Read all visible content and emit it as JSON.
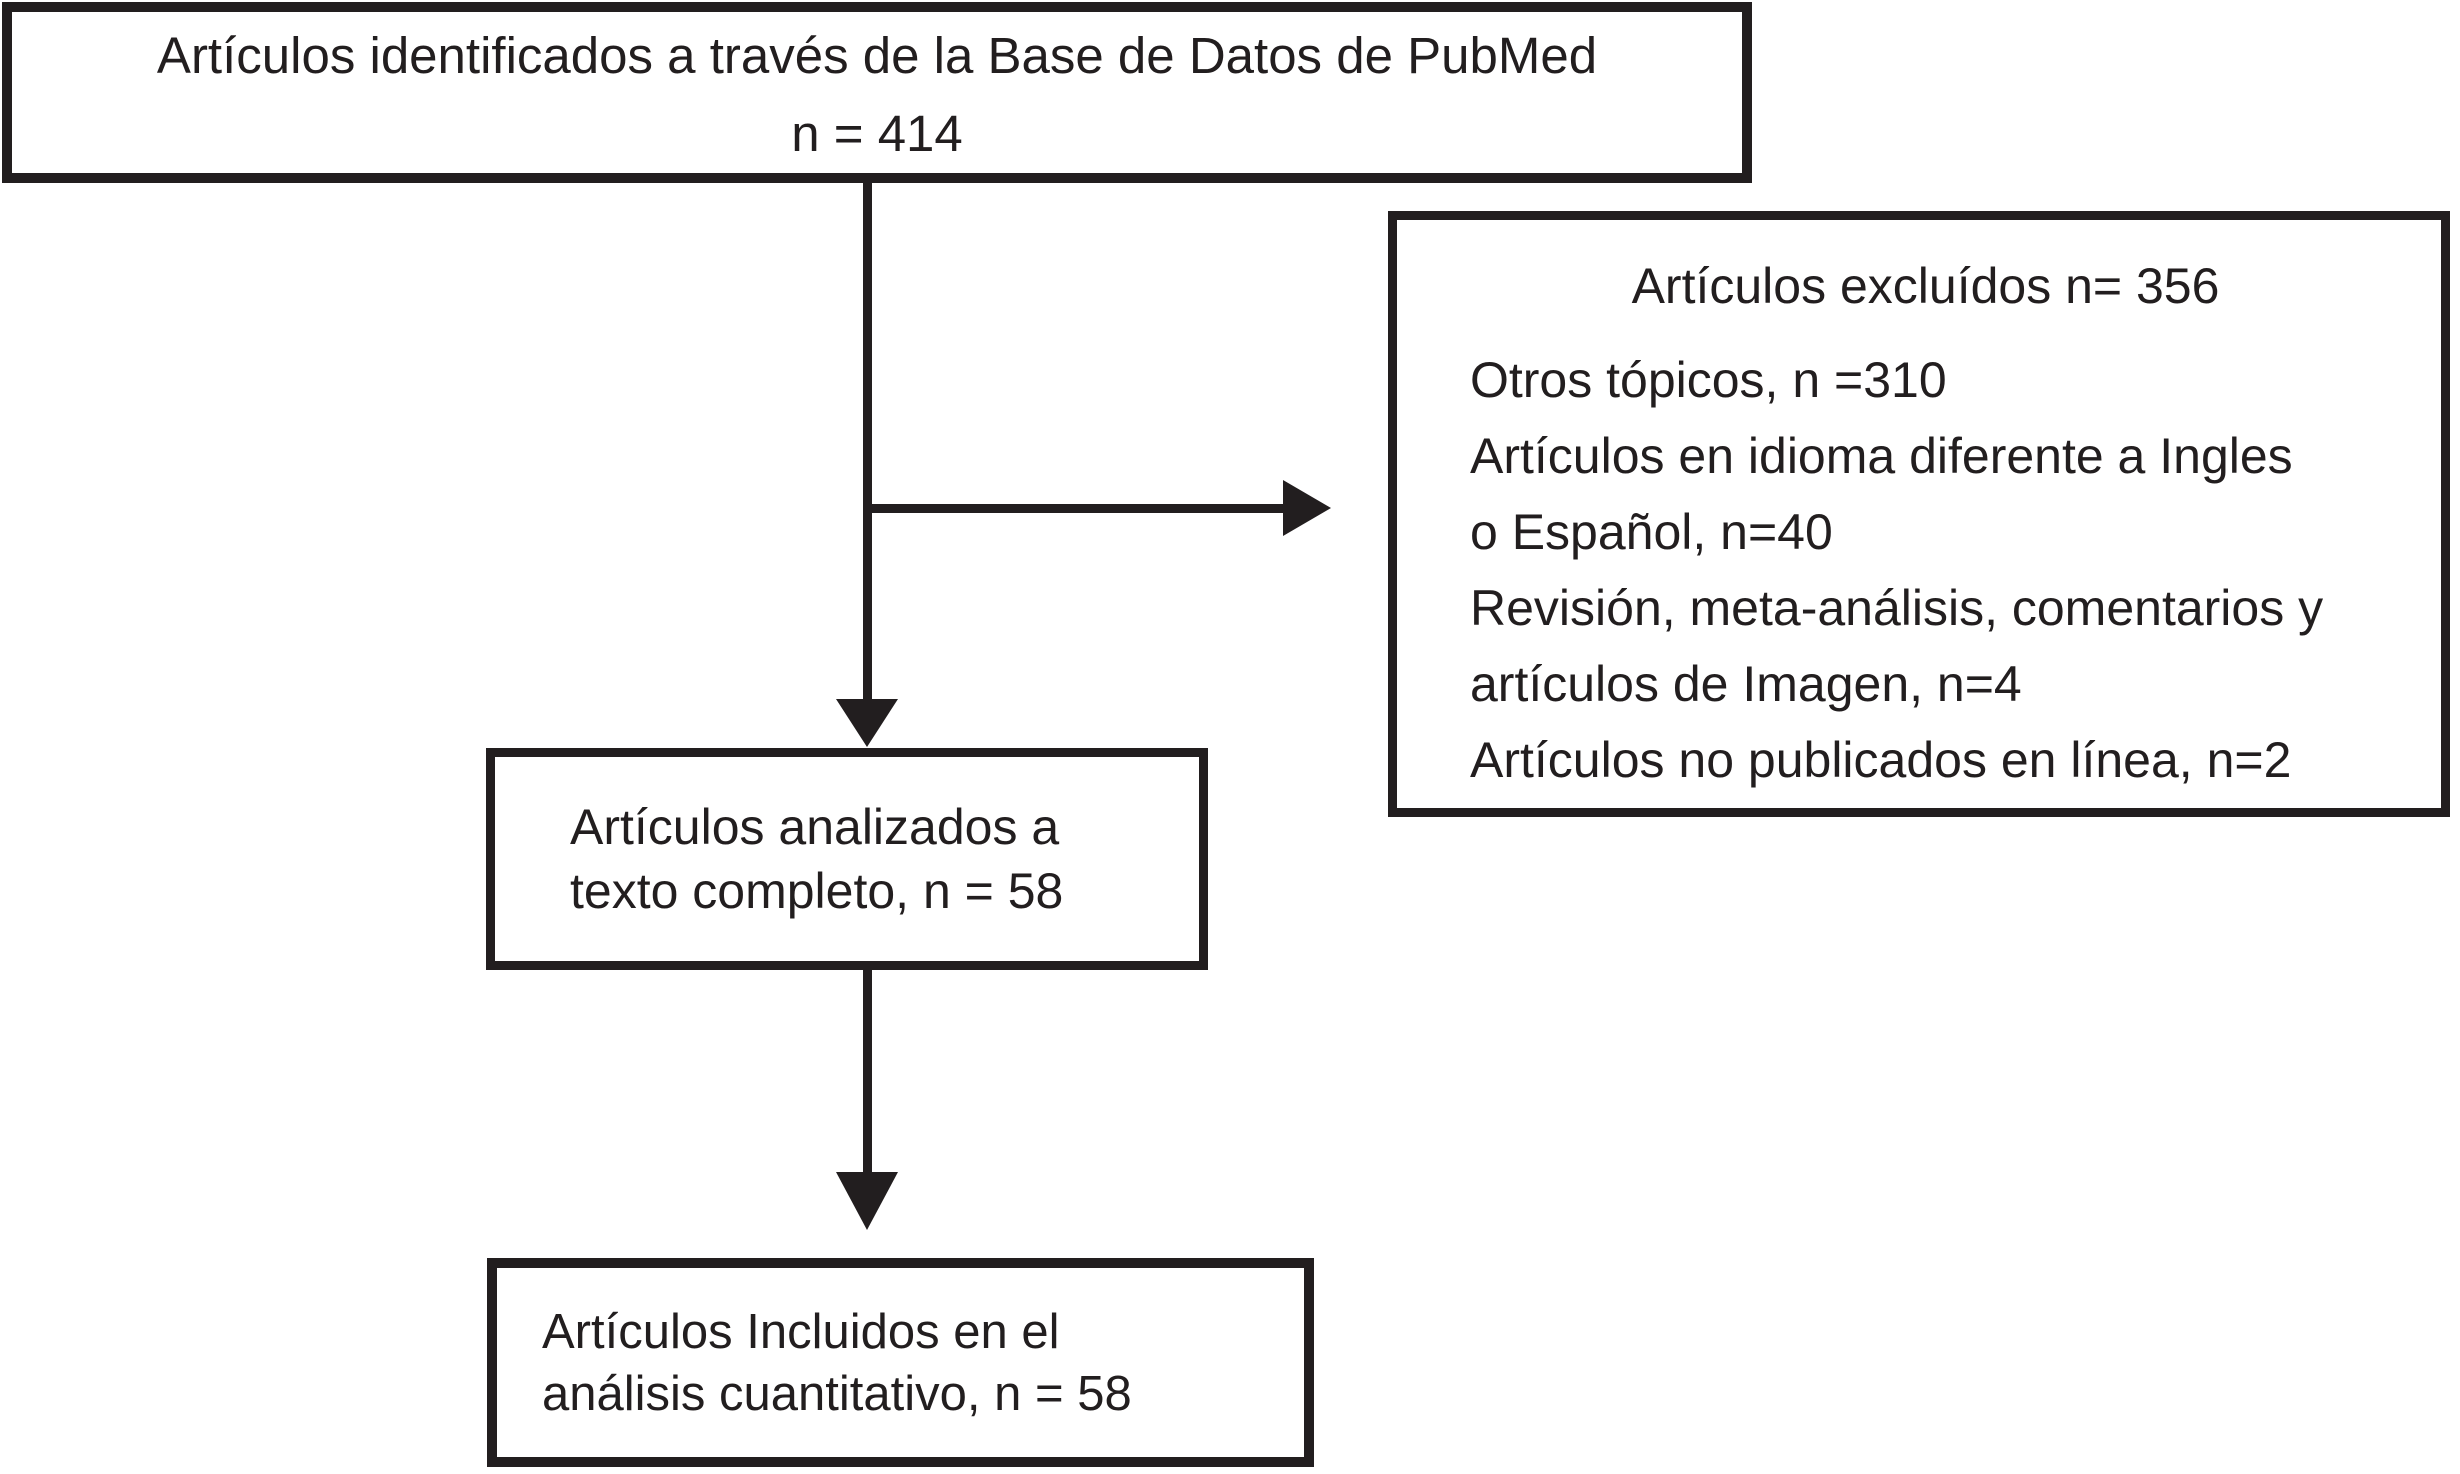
{
  "diagram": {
    "identification_box": {
      "line1": "Artículos identificados a través de la Base de Datos de PubMed",
      "line2": "n = 414"
    },
    "exclusion_box": {
      "title": "Artículos excluídos n= 356",
      "items": [
        {
          "lines": [
            "Otros tópicos, n =310"
          ]
        },
        {
          "lines": [
            "Artículos en idioma diferente a Ingles",
            "o Español, n=40"
          ]
        },
        {
          "lines": [
            "Revisión, meta-análisis, comentarios y",
            "artículos de Imagen, n=4"
          ]
        },
        {
          "lines": [
            "Artículos no publicados en línea, n=2"
          ]
        }
      ]
    },
    "fulltext_box": {
      "line1": "Artículos analizados a",
      "line2": "texto completo, n = 58"
    },
    "included_box": {
      "line1": "Artículos Incluidos en el",
      "line2": "análisis cuantitativo, n = 58"
    },
    "colors": {
      "ink": "#221e1f",
      "background": "#ffffff"
    }
  }
}
